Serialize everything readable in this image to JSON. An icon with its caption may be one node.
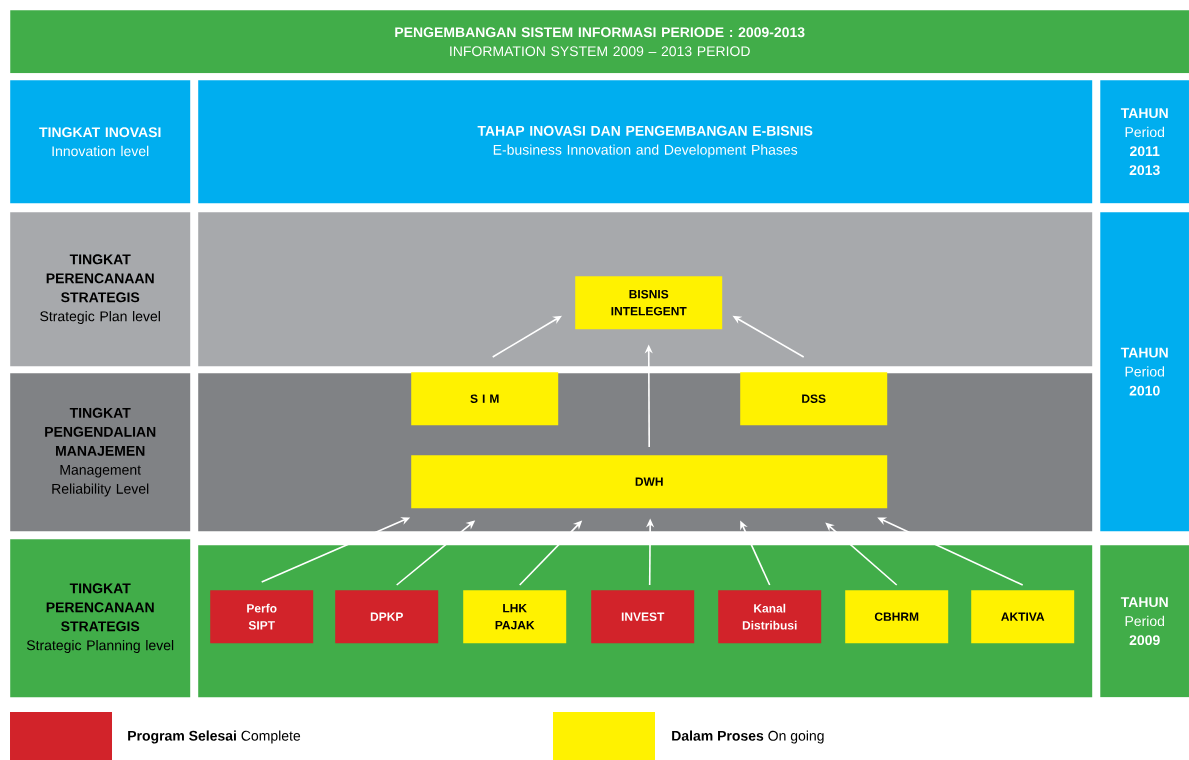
{
  "diagram": {
    "nodes": [
      {
        "text": [
          "PENGEMBANGAN SISTEM INFORMASI PERIODE : 2009-2013",
          "INFORMATION SYSTEM 2009 – 2013 PERIOD"
        ]
      },
      {
        "text": [
          "TINGKAT INOVASI",
          "Innovation level"
        ]
      },
      {
        "text": [
          "TAHAP INOVASI DAN PENGEMBANGAN E-BISNIS",
          "E-business Innovation and Development Phases"
        ]
      },
      {
        "text": [
          "TAHUN",
          "Period",
          "2011 2013"
        ]
      },
      {
        "text": [
          "TINGKAT PERENCANAAN STRATEGIS",
          "Strategic Plan level"
        ]
      },
      {
        "text": [],
        "shape": "box"
      },
      {
        "text": [
          "TINGKAT PENGENDALIAN MANAJEMEN",
          "Management Reliability Level"
        ]
      },
      {
        "text": [],
        "shape": "box"
      },
      {
        "text": [
          "TAHUN",
          "Period",
          "2010"
        ]
      },
      {
        "text": [
          "TINGKAT PERENCANAAN STRATEGIS",
          "Strategic Planning level"
        ]
      },
      {
        "text": [],
        "shape": "box"
      },
      {
        "text": [
          "TAHUN",
          "Period",
          "2009"
        ]
      },
      {
        "text": [
          "BISNIS INTELEGENT"
        ],
        "in": 5
      },
      {
        "text": [
          "S I M"
        ],
        "in": 7
      },
      {
        "text": [
          "DSS"
        ],
        "in": 7
      },
      {
        "text": [
          "DWH"
        ],
        "in": 7
      },
      {
        "text": [
          "Perfo SIPT"
        ],
        "in": 10
      },
      {
        "text": [
          "DPKP"
        ],
        "in": 10
      },
      {
        "text": [
          "LHK PAJAK"
        ],
        "in": 10
      },
      {
        "text": [
          "INVEST"
        ],
        "in": 10
      },
      {
        "text": [
          "Kanal Distribusi"
        ],
        "in": 10
      },
      {
        "text": [
          "CBHRM"
        ],
        "in": 10
      },
      {
        "text": [
          "AKTIVA"
        ],
        "in": 10
      }
    ],
    "edges": [
      {
        "from": 13,
        "to": 12,
        "arrow": "to"
      },
      {
        "from": 15,
        "to": 12,
        "arrow": "to"
      },
      {
        "from": 14,
        "to": 12,
        "arrow": "to"
      },
      {
        "from": 16,
        "to": 15,
        "arrow": "to"
      },
      {
        "from": 17,
        "to": 15,
        "arrow": "to"
      },
      {
        "from": 18,
        "to": 15,
        "arrow": "to"
      },
      {
        "from": 19,
        "to": 15,
        "arrow": "to"
      },
      {
        "from": 20,
        "to": 15,
        "arrow": "to"
      },
      {
        "from": 21,
        "to": 15,
        "arrow": "to"
      },
      {
        "from": 22,
        "to": 15,
        "arrow": "to"
      }
    ],
    "legend": [
      {
        "text": "**Program Selesai** Complete",
        "color": "#d2232a"
      },
      {
        "text": "**Dalam Proses** On going",
        "color": "#fff200"
      }
    ]
  }
}
